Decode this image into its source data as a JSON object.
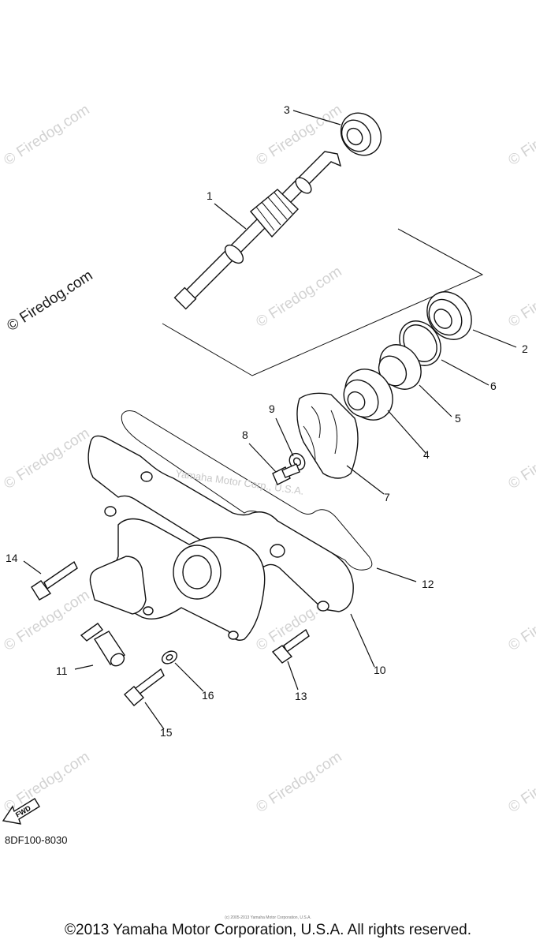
{
  "watermark": {
    "text": "© Firedog.com"
  },
  "stamp_text": "Yamaha Motor Corp., U.S.A.",
  "callouts": {
    "c1": "1",
    "c2": "2",
    "c3": "3",
    "c4": "4",
    "c5": "5",
    "c6": "6",
    "c7": "7",
    "c8": "8",
    "c9": "9",
    "c10": "10",
    "c11": "11",
    "c12": "12",
    "c13": "13",
    "c14": "14",
    "c15": "15",
    "c16": "16"
  },
  "fwd_label": "FWD",
  "diagram_code": "8DF100-8030",
  "tiny_copyright": "(c) 2005-2013 Yamaha Motor Corporation, U.S.A.",
  "copyright": "©2013 Yamaha Motor Corporation, U.S.A. All rights reserved."
}
